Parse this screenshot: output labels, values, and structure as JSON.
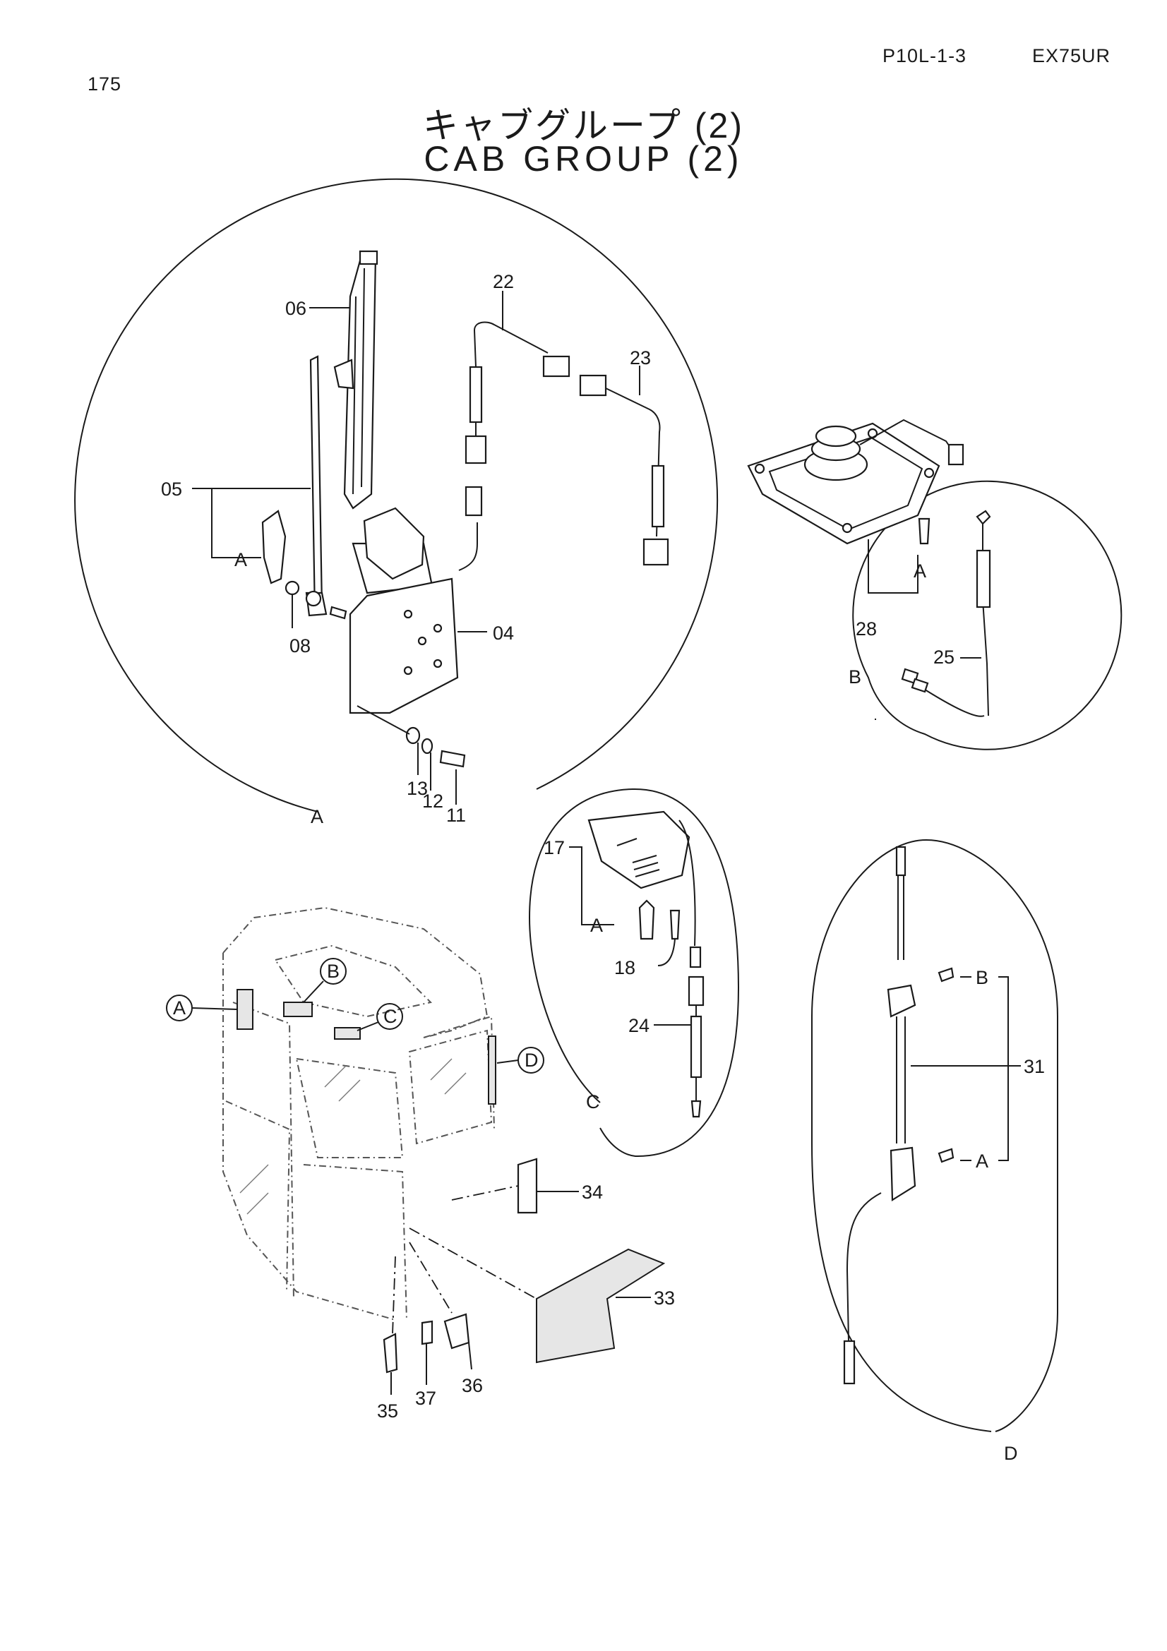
{
  "page": {
    "number": "175",
    "code": "P10L-1-3",
    "model": "EX75UR"
  },
  "title": {
    "jp": "キャブグループ (2)",
    "en": "CAB GROUP (2)"
  },
  "details": {
    "A": {
      "label": "A"
    },
    "B": {
      "label": "B"
    },
    "C": {
      "label": "C"
    },
    "D": {
      "label": "D"
    }
  },
  "cab_callouts": {
    "A": "A",
    "B": "B",
    "C": "C",
    "D": "D"
  },
  "parts": {
    "p04": "04",
    "p05": "05",
    "p06": "06",
    "p08": "08",
    "p11": "11",
    "p12": "12",
    "p13": "13",
    "p17": "17",
    "p18": "18",
    "p22": "22",
    "p23": "23",
    "p24": "24",
    "p25": "25",
    "p28": "28",
    "p31": "31",
    "p33": "33",
    "p34": "34",
    "p35": "35",
    "p36": "36",
    "p37": "37"
  },
  "sub_refs": {
    "A": "A",
    "B": "B"
  }
}
